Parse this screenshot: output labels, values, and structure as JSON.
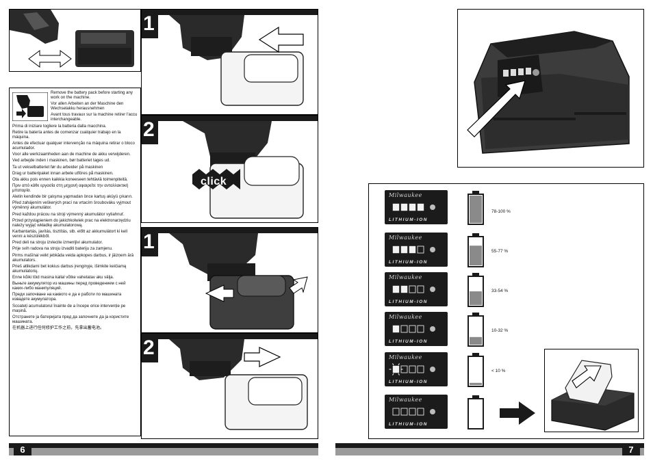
{
  "page_left": "6",
  "page_right": "7",
  "steps": [
    {
      "number": "1"
    },
    {
      "number": "2",
      "click_label": "click"
    },
    {
      "number": "1"
    },
    {
      "number": "2"
    }
  ],
  "warnings": [
    "Remove the battery pack before starting any work on the machine.",
    "Vor allen Arbeiten an der Maschine den Wechselakku herausnehmen",
    "Avant tous travaux sur la machine retirer l'accu interchangeable.",
    "Prima di iniziare togliere la batteria dalla macchina.",
    "Retire la batería antes de comenzar cualquier trabajo en la máquina.",
    "Antes de efectuar qualquer intervenção na máquina retirar o bloco acumulador.",
    "Voor alle werkzaamheden aan de machine de akku verwijderen.",
    "Ved arbejde inden i maskinen, bør batteriet tages ud.",
    "Ta ut vekselbatteriet før du arbeider på maskinen",
    "Drag ur batteripaket innan arbete utföres på maskinen.",
    "Ota akku pois ennen kaikkia koneeseen tehtäviä toimenpiteitä.",
    "Πριν από κάθε εργασία στη μηχανή αφαιρείτε την ανταλλακτική μπαταρία.",
    "Aletin kendinde bir çalışma yapmadan önce kartuş aküyü çıkarın.",
    "Před zahájením veškerých prací na vrtacím šroubováku vyjmout výměnný akumulátor.",
    "Pred každou prácou na stroji výmenný akumulátor vytiahnuť.",
    "Przed przystąpieniem do jakichkolwiek prac na elektronarzędziu należy wyjąć wkładkę akumulatorową.",
    "Karbantartás, javítás, tisztítás, stb. előtt az akkumulátort ki kell venni a készülékből.",
    "Pred deli na stroju izvlecite izmenljivi akumulator.",
    "Prije svih radova na stroju izvaditi bateriju za zamjenu.",
    "Pirms mašīnai veikt jebkāda veida apkopes darbus, ir jāizņem ārā akumulators.",
    "Prieš atlikdami bet kokius darbus įrenginyje, išimkite keičiamą akumuliatorių.",
    "Enne kõiki töid masina kallal võtke vahetatav aku välja.",
    "Выньте аккумулятор из машины перед проведением с ней каких-либо манипуляций.",
    "Преди започване на каквото е да е работи по машината извадете акумулатора.",
    "Scoateți acumulatorul înainte de a începe orice intervenție pe mașină.",
    "Отстранете ја батеријата пред да започнете да ја користите машината.",
    "在机器上进行任何修护工作之前，先拿出蓄电池。"
  ],
  "indicator": {
    "brand": "Milwaukee",
    "chemistry": "LITHIUM-ION",
    "levels": [
      {
        "label": "78-100 %",
        "bars": 4,
        "fill": 1.0
      },
      {
        "label": "55-77 %",
        "bars": 3,
        "fill": 0.72
      },
      {
        "label": "33-54 %",
        "bars": 2,
        "fill": 0.5
      },
      {
        "label": "10-32 %",
        "bars": 1,
        "fill": 0.28
      },
      {
        "label": "< 10 %",
        "bars": 1,
        "fill": 0.08,
        "blinking": true
      },
      {
        "label": "",
        "bars": 0,
        "fill": 0.0
      }
    ]
  },
  "colors": {
    "dark": "#1a1a1a",
    "footer_grey": "#9b9b9b",
    "battery_fill": "#8a8a8a",
    "tool_dark": "#2a2a2a",
    "pack_white": "#f4f4f4"
  }
}
